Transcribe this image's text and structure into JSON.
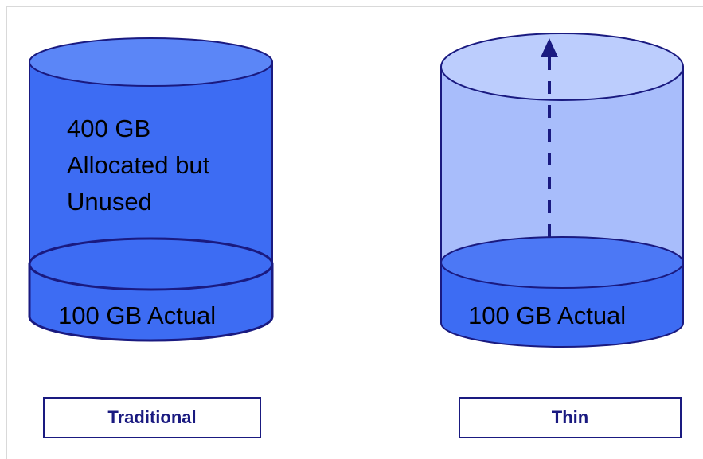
{
  "colors": {
    "cylinder_fill": "#3d6cf3",
    "cylinder_top": "#5b86f7",
    "cylinder_thin_fill": "#a8bdfb",
    "cylinder_thin_top": "#bccdfd",
    "outline": "#1a1a80",
    "arrow": "#1a1a80"
  },
  "traditional": {
    "unused_lines": [
      "400 GB",
      "Allocated but",
      "Unused"
    ],
    "actual_label": "100 GB Actual",
    "caption": "Traditional"
  },
  "thin": {
    "actual_label": "100 GB Actual",
    "caption": "Thin",
    "growth_arrow": "dashed-up-arrow-icon"
  }
}
